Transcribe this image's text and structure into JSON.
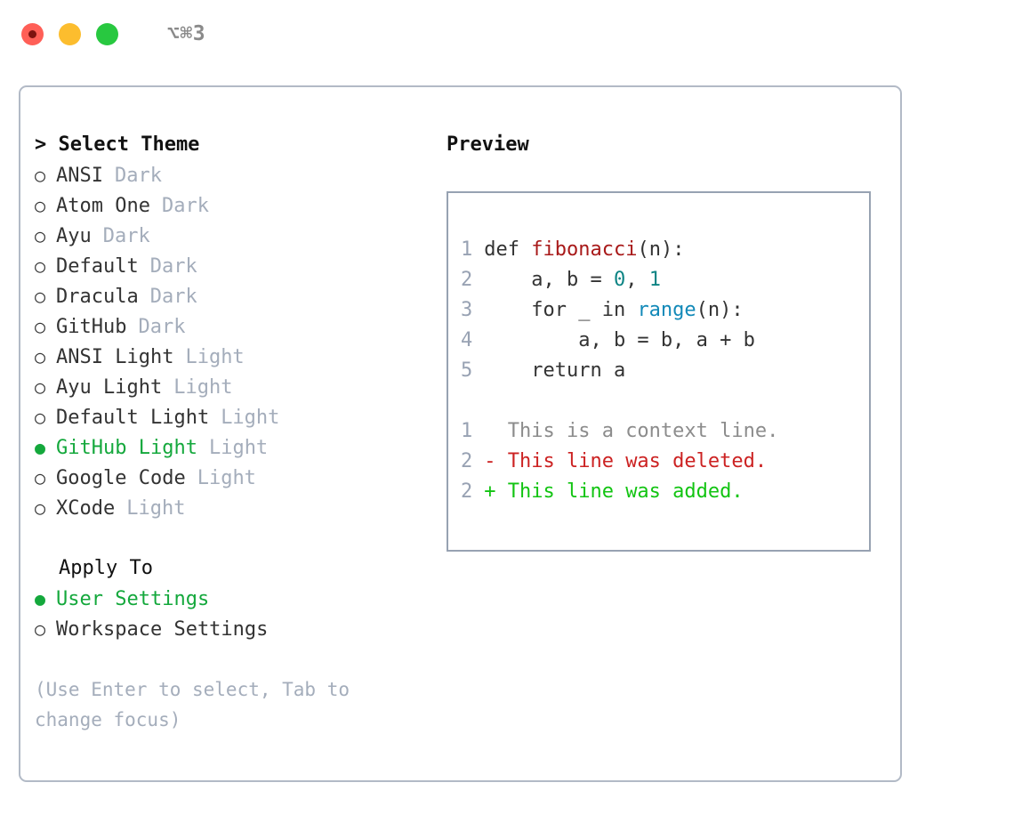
{
  "window": {
    "title": "⌥⌘3",
    "traffic_lights": [
      {
        "name": "close",
        "color": "#ff5f57"
      },
      {
        "name": "minimize",
        "color": "#fcbd2e"
      },
      {
        "name": "maximize",
        "color": "#28c840"
      }
    ]
  },
  "theme_list": {
    "header": "> Select Theme",
    "selected_index": 9,
    "items": [
      {
        "bullet": "○",
        "name": "ANSI",
        "badge": "Dark",
        "selected": false
      },
      {
        "bullet": "○",
        "name": "Atom One",
        "badge": "Dark",
        "selected": false
      },
      {
        "bullet": "○",
        "name": "Ayu",
        "badge": "Dark",
        "selected": false
      },
      {
        "bullet": "○",
        "name": "Default",
        "badge": "Dark",
        "selected": false
      },
      {
        "bullet": "○",
        "name": "Dracula",
        "badge": "Dark",
        "selected": false
      },
      {
        "bullet": "○",
        "name": "GitHub",
        "badge": "Dark",
        "selected": false
      },
      {
        "bullet": "○",
        "name": "ANSI Light",
        "badge": "Light",
        "selected": false
      },
      {
        "bullet": "○",
        "name": "Ayu Light",
        "badge": "Light",
        "selected": false
      },
      {
        "bullet": "○",
        "name": "Default Light",
        "badge": "Light",
        "selected": false
      },
      {
        "bullet": "●",
        "name": "GitHub Light",
        "badge": "Light",
        "selected": true
      },
      {
        "bullet": "○",
        "name": "Google Code",
        "badge": "Light",
        "selected": false
      },
      {
        "bullet": "○",
        "name": "XCode",
        "badge": "Light",
        "selected": false
      }
    ]
  },
  "apply_to": {
    "header": "Apply To",
    "selected_index": 0,
    "items": [
      {
        "bullet": "●",
        "name": "User Settings",
        "selected": true
      },
      {
        "bullet": "○",
        "name": "Workspace Settings",
        "selected": false
      }
    ]
  },
  "hint": "(Use Enter to select, Tab to change focus)",
  "preview": {
    "header": "Preview",
    "code_lines": [
      {
        "num": "1",
        "tokens": [
          {
            "text": "def ",
            "type": "plain"
          },
          {
            "text": "fibonacci",
            "type": "fn"
          },
          {
            "text": "(n):",
            "type": "plain"
          }
        ]
      },
      {
        "num": "2",
        "tokens": [
          {
            "text": "    a, b = ",
            "type": "plain"
          },
          {
            "text": "0",
            "type": "num"
          },
          {
            "text": ", ",
            "type": "plain"
          },
          {
            "text": "1",
            "type": "num"
          }
        ]
      },
      {
        "num": "3",
        "tokens": [
          {
            "text": "    for _ in ",
            "type": "plain"
          },
          {
            "text": "range",
            "type": "call"
          },
          {
            "text": "(n):",
            "type": "plain"
          }
        ]
      },
      {
        "num": "4",
        "tokens": [
          {
            "text": "        a, b = b, a + b",
            "type": "plain"
          }
        ]
      },
      {
        "num": "5",
        "tokens": [
          {
            "text": "    return a",
            "type": "plain"
          }
        ]
      }
    ],
    "diff_lines": [
      {
        "num": "1",
        "marker": " ",
        "text": "  This is a context line.",
        "kind": "ctx"
      },
      {
        "num": "2",
        "marker": " ",
        "text": "- This line was deleted.",
        "kind": "del"
      },
      {
        "num": "2",
        "marker": " ",
        "text": "+ This line was added.",
        "kind": "add"
      }
    ]
  },
  "colors": {
    "accent_green": "#14a83c",
    "muted": "#a4adbb",
    "border": "#b2bac6",
    "preview_border": "#97a2b2",
    "fn_red": "#a81919",
    "num_teal": "#0d8484",
    "call_blue": "#1289b8",
    "diff_add": "#12c412",
    "diff_del": "#cc2222",
    "diff_ctx": "#8c8c8c"
  }
}
